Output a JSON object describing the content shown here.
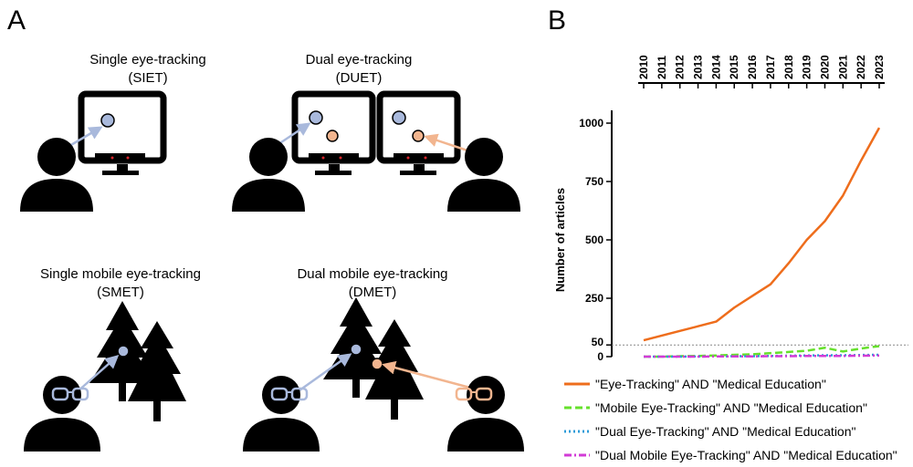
{
  "panel_a": {
    "letter": "A",
    "captions": {
      "siet": [
        "Single eye-tracking",
        "(SIET)"
      ],
      "duet": [
        "Dual eye-tracking",
        "(DUET)"
      ],
      "smet": [
        "Single mobile eye-tracking",
        "(SMET)"
      ],
      "dmet": [
        "Dual mobile eye-tracking",
        "(DMET)"
      ]
    },
    "colors": {
      "gaze_blue": "#a9b9dc",
      "gaze_orange": "#f2b58f",
      "led_red": "#d9262b"
    }
  },
  "panel_b": {
    "letter": "B"
  },
  "chart_data": {
    "type": "line",
    "title": "",
    "xlabel": "",
    "ylabel": "Number of articles",
    "x": [
      2010,
      2011,
      2012,
      2013,
      2014,
      2015,
      2016,
      2017,
      2018,
      2019,
      2020,
      2021,
      2022,
      2023
    ],
    "x_axis_position": "top",
    "y_ticks": [
      0,
      50,
      250,
      500,
      750,
      1000
    ],
    "ylim": [
      0,
      1000
    ],
    "reference_line": {
      "y": 50,
      "style": "dotted"
    },
    "legend_position": "bottom",
    "series": [
      {
        "name": "\"Eye-Tracking\" AND \"Medical Education\"",
        "color": "#ee6d1c",
        "dash": "solid",
        "values": [
          70,
          90,
          110,
          130,
          150,
          210,
          260,
          310,
          400,
          500,
          580,
          690,
          840,
          980
        ]
      },
      {
        "name": "\"Mobile Eye-Tracking\" AND \"Medical Education\"",
        "color": "#66e02c",
        "dash": "dashed",
        "values": [
          0,
          0,
          2,
          3,
          5,
          8,
          10,
          15,
          20,
          25,
          38,
          22,
          35,
          45
        ]
      },
      {
        "name": "\"Dual Eye-Tracking\" AND \"Medical Education\"",
        "color": "#2b9bd8",
        "dash": "dotted",
        "values": [
          0,
          0,
          0,
          1,
          1,
          2,
          2,
          3,
          4,
          5,
          6,
          6,
          7,
          8
        ]
      },
      {
        "name": "\"Dual Mobile Eye-Tracking\" AND \"Medical Education\"",
        "color": "#d23bd6",
        "dash": "dashdot",
        "values": [
          0,
          0,
          0,
          0,
          1,
          1,
          1,
          2,
          2,
          3,
          3,
          3,
          4,
          5
        ]
      }
    ]
  }
}
